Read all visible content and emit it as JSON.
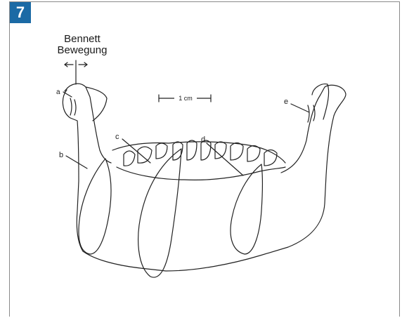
{
  "figure": {
    "number": "7",
    "heading_line1": "Bennett",
    "heading_line2": "Bewegung",
    "scale_label": "1 cm",
    "point_labels": {
      "a": "a",
      "b": "b",
      "c": "c",
      "d": "d",
      "e": "e"
    }
  },
  "colors": {
    "badge": "#1b6aa5",
    "frame": "#8a8a8a",
    "ink": "#222222"
  }
}
